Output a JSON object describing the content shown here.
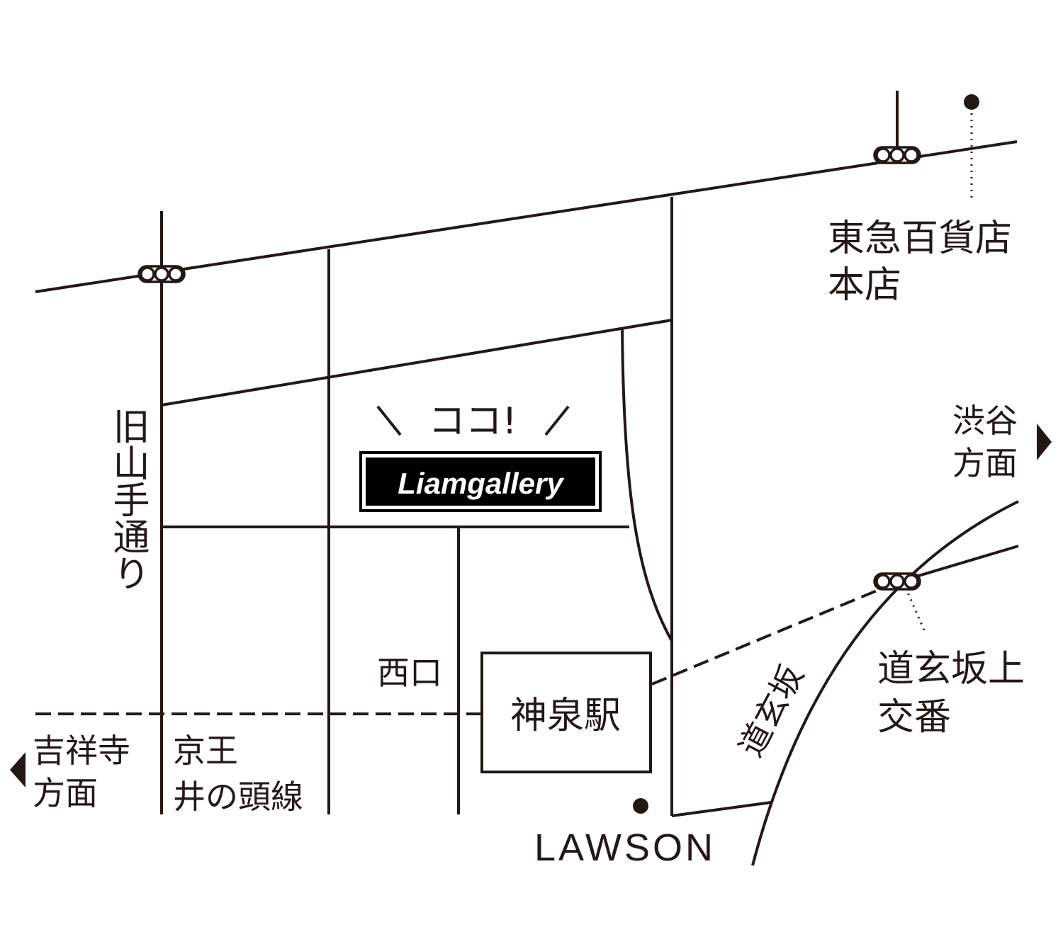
{
  "labels": {
    "tokyu": [
      "東急百貨店",
      "本店"
    ],
    "kyu_yamate": "旧山手通り",
    "koko": "ココ!",
    "shop": "Liamgallery",
    "shibuya": [
      "渋谷",
      "方面"
    ],
    "nishiguchi": "西口",
    "station": "神泉駅",
    "kichijoji": [
      "吉祥寺",
      "方面"
    ],
    "keio": [
      "京王",
      "井の頭線"
    ],
    "dogenzaka": "道玄坂",
    "koban": [
      "道玄坂上",
      "交番"
    ],
    "lawson": "LAWSON"
  },
  "icons": {
    "traffic_light": "traffic-light-icon",
    "landmark_dot": "landmark-dot-icon",
    "arrow_left": "arrow-left-icon",
    "arrow_right": "arrow-right-icon"
  },
  "colors": {
    "ink": "#231815",
    "background": "#ffffff",
    "shop_badge": "#000000"
  }
}
